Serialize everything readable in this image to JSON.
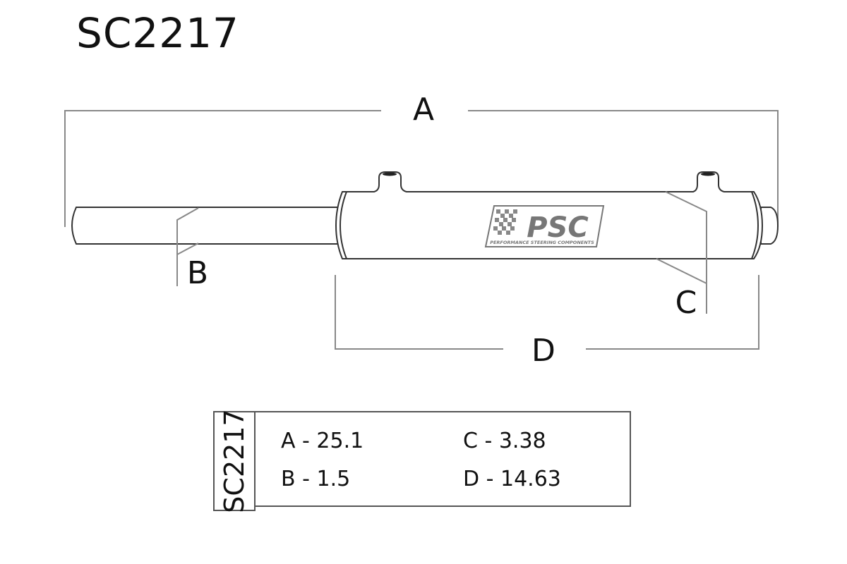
{
  "title": "SC2217",
  "diagram": {
    "labels": {
      "A": "A",
      "B": "B",
      "C": "C",
      "D": "D"
    },
    "logo": {
      "text": "PSC",
      "subtitle": "PERFORMANCE STEERING COMPONENTS"
    }
  },
  "spec_table": {
    "part_number": "SC2217",
    "items": [
      {
        "label": "A - 25.1"
      },
      {
        "label": "B - 1.5"
      },
      {
        "label": "C - 3.38"
      },
      {
        "label": "D - 14.63"
      }
    ]
  },
  "colors": {
    "line": "#555555",
    "dim_line": "#888888",
    "text": "#111111",
    "logo_gray": "#777777"
  }
}
